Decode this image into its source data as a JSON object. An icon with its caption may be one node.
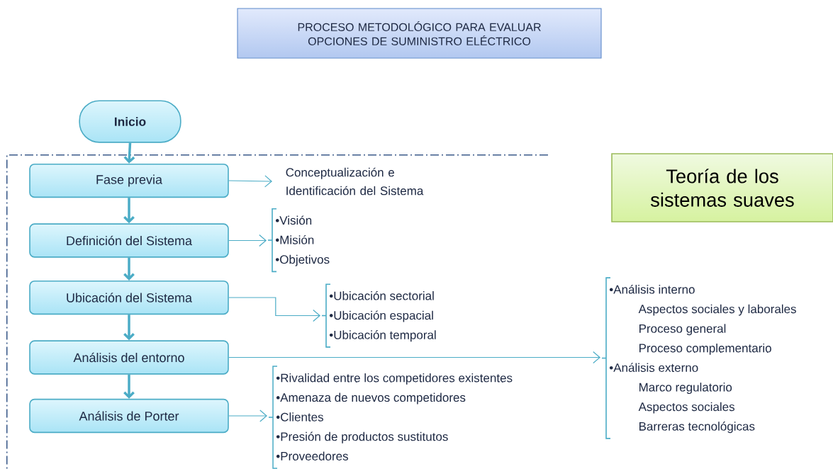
{
  "diagram": {
    "title": "PROCESO METODOLÓGICO PARA EVALUAR OPCIONES DE SUMINISTRO ELÉCTRICO",
    "nodes": [
      {
        "text": [
          "Inicio"
        ]
      },
      {
        "text": [],
        "shape": "box"
      },
      {
        "text": [
          "Teoría de los sistemas suaves"
        ]
      },
      {
        "text": [
          "Fase previa"
        ],
        "in": 1
      },
      {
        "text": [
          "Definición del Sistema"
        ],
        "in": 1
      },
      {
        "text": [
          "Ubicación del Sistema"
        ],
        "in": 1
      },
      {
        "text": [
          "Análisis del entorno"
        ],
        "in": 1
      },
      {
        "text": [
          "Análisis de Porter"
        ],
        "in": 1
      },
      {
        "text": [
          "Conceptualización e Identificación del Sistema"
        ],
        "in": 1
      },
      {
        "text": [
          "•Visión",
          "•Misión",
          "•Objetivos"
        ],
        "in": 1
      },
      {
        "text": [
          "•Ubicación sectorial",
          "•Ubicación espacial",
          "•Ubicación temporal"
        ],
        "in": 1
      },
      {
        "text": [
          "•Rivalidad entre los competidores existentes",
          "•Amenaza de nuevos competidores",
          "•Clientes",
          "•Presión de productos sustitutos",
          "•Proveedores"
        ],
        "in": 1
      },
      {
        "text": [
          "•Análisis interno",
          "Aspectos sociales y laborales",
          "Proceso general",
          "Proceso complementario",
          "•Análisis externo",
          "Marco regulatorio",
          "Aspectos sociales",
          "Barreras tecnológicas"
        ]
      }
    ],
    "edges": [
      {
        "from": 0,
        "to": 3,
        "arrow": "to",
        "style": "thick"
      },
      {
        "from": 3,
        "to": 4,
        "arrow": "to",
        "style": "thick"
      },
      {
        "from": 4,
        "to": 5,
        "arrow": "to",
        "style": "thick"
      },
      {
        "from": 5,
        "to": 6,
        "arrow": "to",
        "style": "thick"
      },
      {
        "from": 6,
        "to": 7,
        "arrow": "to",
        "style": "thick"
      },
      {
        "from": 3,
        "to": 8,
        "arrow": "to"
      },
      {
        "from": 4,
        "to": 9,
        "arrow": "to"
      },
      {
        "from": 5,
        "to": 10,
        "arrow": "to"
      },
      {
        "from": 6,
        "to": 12,
        "arrow": "to"
      },
      {
        "from": 7,
        "to": 11,
        "arrow": "to"
      }
    ]
  }
}
